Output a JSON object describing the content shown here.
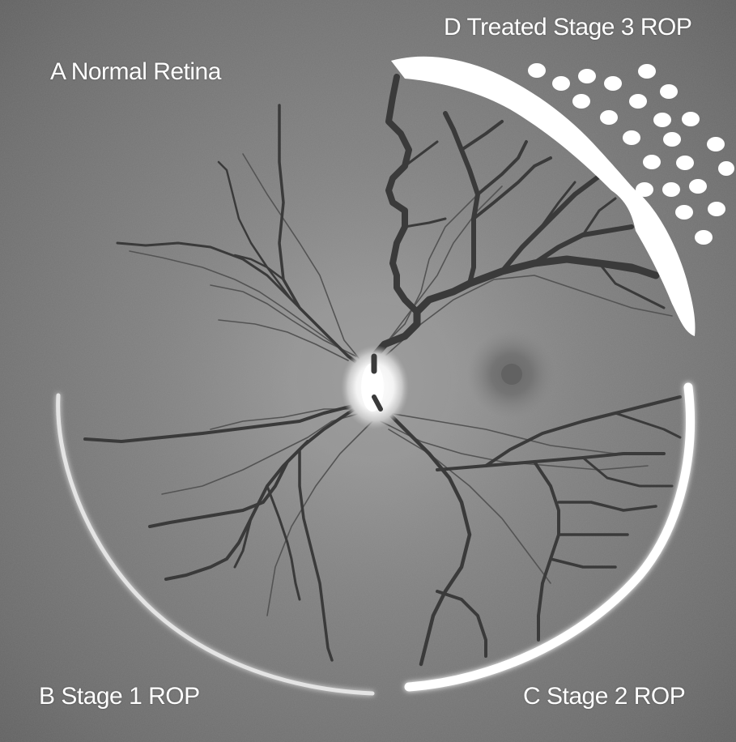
{
  "labels": {
    "a": "A Normal Retina",
    "b": "B Stage 1 ROP",
    "c": "C Stage 2 ROP",
    "d": "D Treated Stage 3 ROP"
  },
  "colors": {
    "background": "#6f6f6f",
    "vessel_main": "#3b3b3b",
    "vessel_thin": "#505050",
    "ridge": "#ffffff",
    "text": "#ffffff"
  }
}
